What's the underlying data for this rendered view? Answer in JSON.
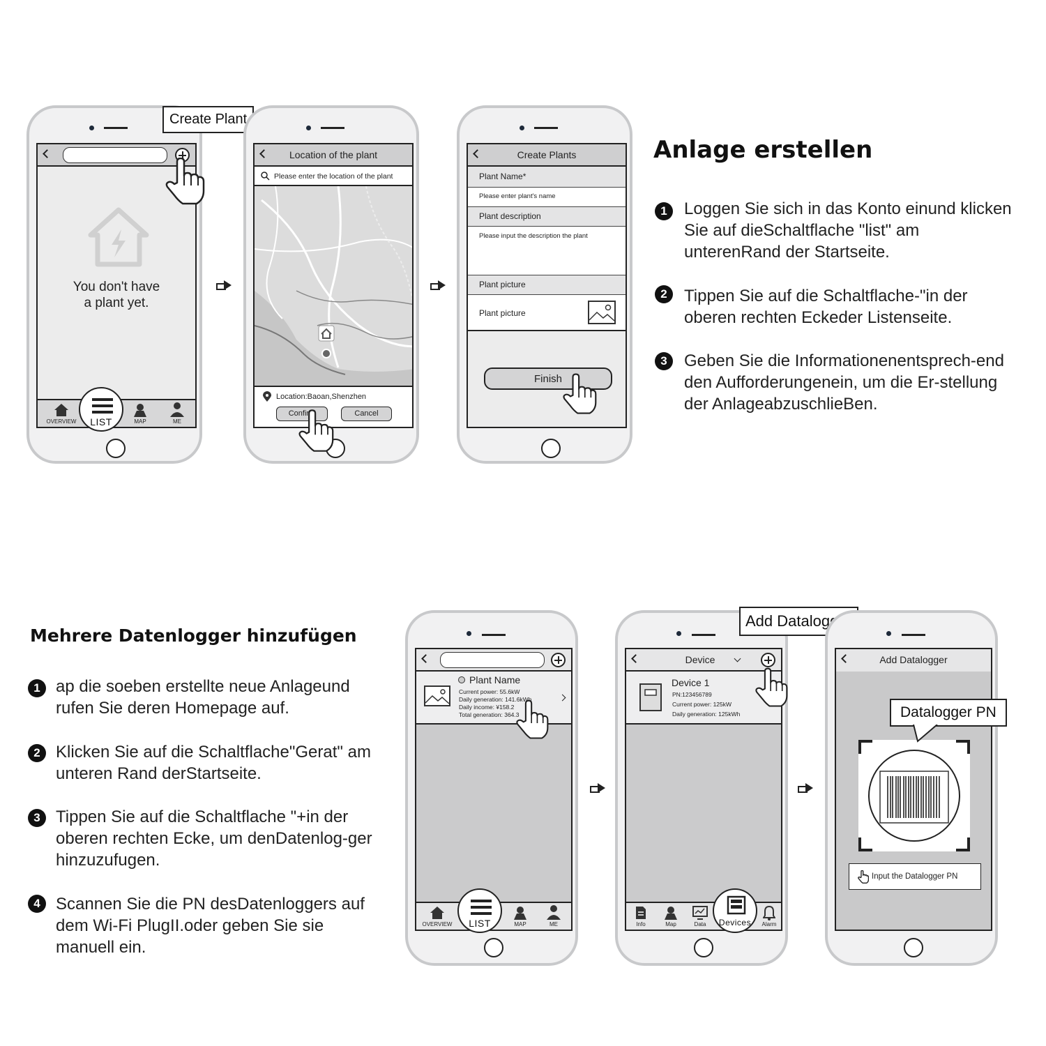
{
  "section1": {
    "title": "Anlage erstellen",
    "steps": [
      {
        "num": "1",
        "text": "Loggen Sie sich in das Konto einund klicken Sie auf dieSchaltflache \"list\" am unterenRand der Startseite."
      },
      {
        "num": "2",
        "text": "Tippen Sie auf die Schaltflache-\"in der oberen rechten Eckeder Listenseite."
      },
      {
        "num": "3",
        "text": "Geben Sie die Informationenentsprech-end den Aufforderungenein, um die Er-stellung der AnlageabzuschlieBen."
      }
    ]
  },
  "section2": {
    "title": "Mehrere Datenlogger hinzufügen",
    "steps": [
      {
        "num": "1",
        "text": "ap die soeben erstellte neue Anlageund rufen Sie deren Homepage auf."
      },
      {
        "num": "2",
        "text": "Klicken Sie auf die Schaltflache\"Gerat\" am unteren Rand derStartseite."
      },
      {
        "num": "3",
        "text": "Tippen Sie auf die Schaltflache \"+in der oberen rechten Ecke, um denDatenlog-ger hinzuzufugen."
      },
      {
        "num": "4",
        "text": "Scannen Sie die PN desDatenloggers auf dem Wi-Fi PlugII.oder geben Sie sie manuell ein."
      }
    ]
  },
  "phone1": {
    "callout": "Create Plant",
    "empty_text_1": "You don't have",
    "empty_text_2": "a plant yet.",
    "nav": {
      "overview": "OVERVIEW",
      "list": "LIST",
      "map": "MAP",
      "me": "ME"
    }
  },
  "phone2": {
    "title": "Location of the plant",
    "search_placeholder": "Please enter the location of the plant",
    "location": "Location:Baoan,Shenzhen",
    "confirm": "Confirm",
    "cancel": "Cancel"
  },
  "phone3": {
    "title": "Create Plants",
    "name_label": "Plant Name*",
    "name_placeholder": "Please enter plant's name",
    "desc_label": "Plant description",
    "desc_placeholder": "Please input the description the plant",
    "picture_label": "Plant picture",
    "picture_field": "Plant picture",
    "finish": "Finish"
  },
  "phone4": {
    "plant_name": "Plant Name",
    "current_power": "Current power: 55.6kW",
    "daily_generation": "Daily generation: 141.6kWh",
    "daily_income": "Daily income: ¥158.2",
    "total_generation": "Total generation: 364.3",
    "nav": {
      "overview": "OVERVIEW",
      "list": "LIST",
      "map": "MAP",
      "me": "ME"
    }
  },
  "phone5": {
    "callout": "Add Datalogger",
    "title": "Device",
    "device_name": "Device 1",
    "pn": "PN:123456789",
    "current_power": "Current power: 125kW",
    "daily_generation": "Daily generation: 125kWh",
    "nav": {
      "info": "Info",
      "map": "Map",
      "data": "Data",
      "devices": "Devices",
      "alarm": "Alarm"
    }
  },
  "phone6": {
    "title": "Add Datalogger",
    "callout": "Datalogger PN",
    "input_button": "Input the Datalogger PN"
  }
}
